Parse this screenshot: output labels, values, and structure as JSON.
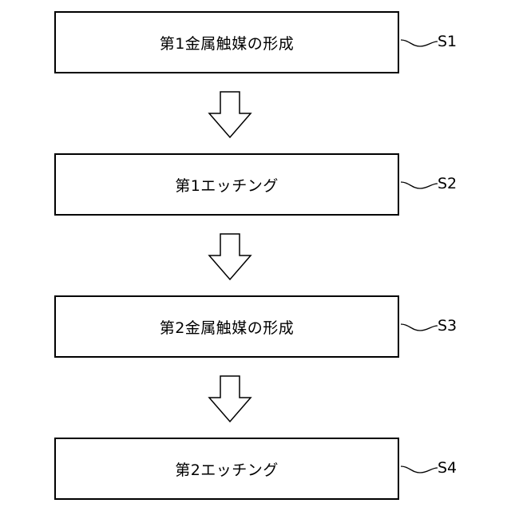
{
  "steps": [
    {
      "text": "第1金属触媒の形成",
      "label": "S1"
    },
    {
      "text": "第1エッチング",
      "label": "S2"
    },
    {
      "text": "第2金属触媒の形成",
      "label": "S3"
    },
    {
      "text": "第2エッチング",
      "label": "S4"
    }
  ]
}
